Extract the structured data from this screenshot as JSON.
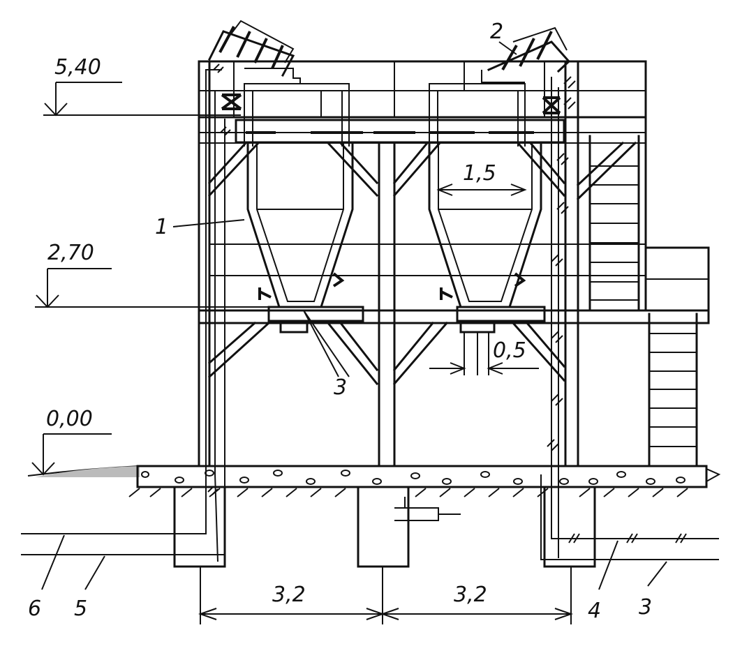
{
  "elevations": [
    {
      "id": "top",
      "label": "5,40"
    },
    {
      "id": "mid",
      "label": "2,70"
    },
    {
      "id": "ground",
      "label": "0,00"
    }
  ],
  "dimensions": {
    "hopper_width": "1,5",
    "outlet_width": "0,5",
    "span_left": "3,2",
    "span_right": "3,2"
  },
  "callouts": {
    "c1": "1",
    "c2": "2",
    "c3_hopper": "3",
    "c3_pipe": "3",
    "c4": "4",
    "c5": "5",
    "c6": "6"
  },
  "colors": {
    "line": "#111111",
    "paper": "#ffffff"
  }
}
